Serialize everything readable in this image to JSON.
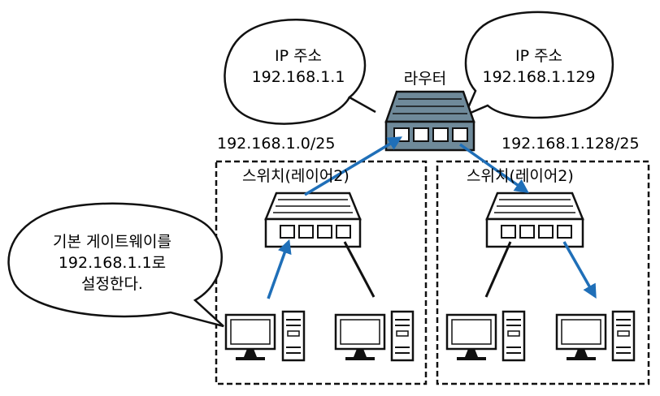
{
  "router": {
    "label": "라우터",
    "left_bubble": {
      "line1": "IP 주소",
      "line2": "192.168.1.1"
    },
    "right_bubble": {
      "line1": "IP 주소",
      "line2": "192.168.1.129"
    }
  },
  "subnets": {
    "left": {
      "network": "192.168.1.0/25",
      "switch_label": "스위치(레이어2)"
    },
    "right": {
      "network": "192.168.1.128/25",
      "switch_label": "스위치(레이어2)"
    }
  },
  "gateway_note": {
    "line1": "기본 게이트웨이를",
    "line2": "192.168.1.1로",
    "line3": "설정한다."
  },
  "colors": {
    "router_fill": "#6f8a9a",
    "arrow": "#1f6fb8",
    "line": "#111111"
  }
}
